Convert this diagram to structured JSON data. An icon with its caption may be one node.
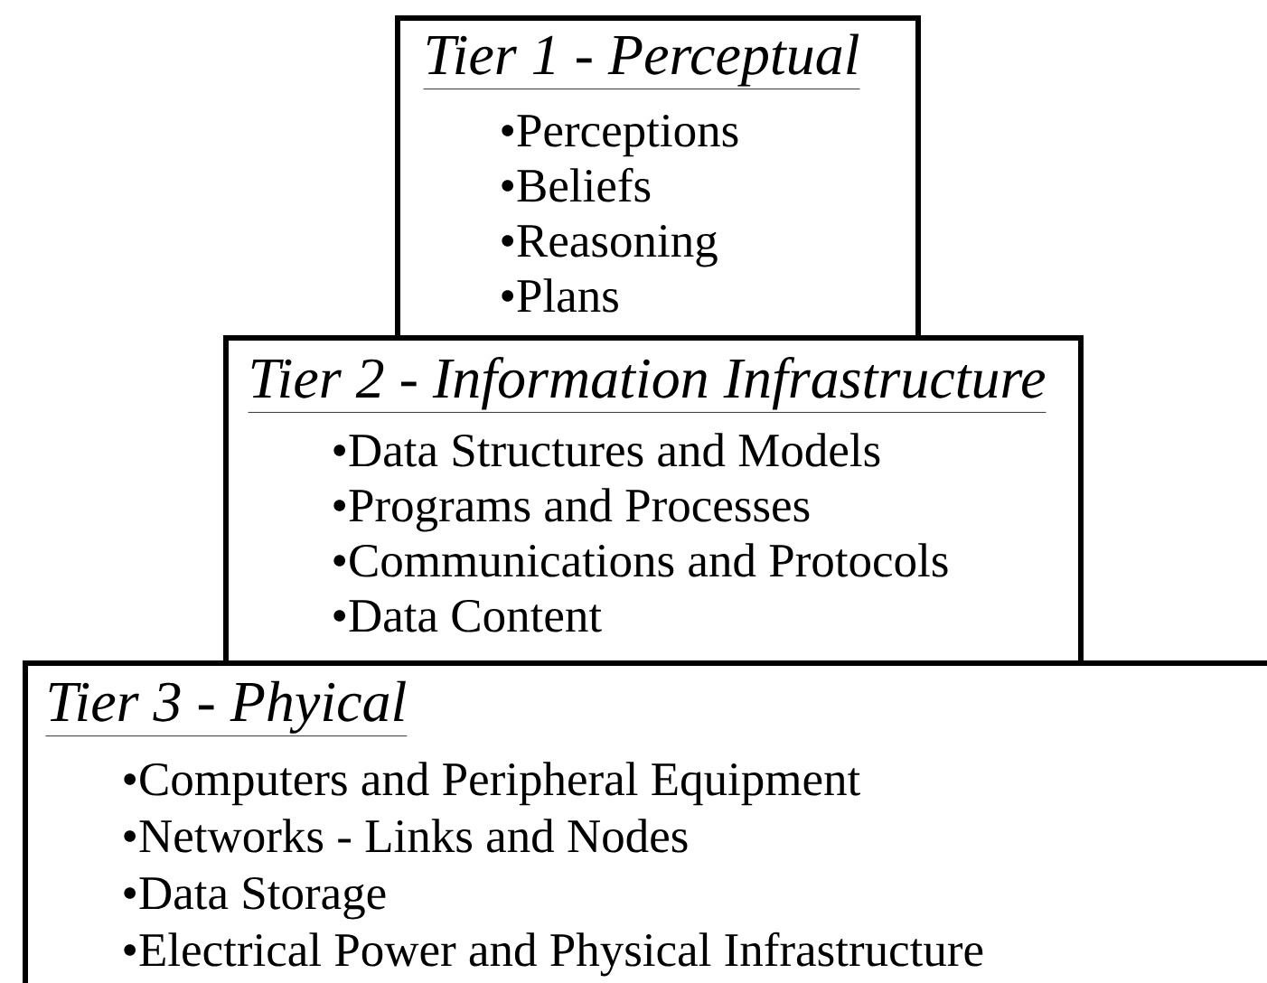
{
  "diagram": {
    "nodes": [
      {
        "text": [
          "Tier 1 - Perceptual",
          "•Perceptions",
          "•Beliefs",
          "•Reasoning",
          "•Plans"
        ]
      },
      {
        "text": [
          "Tier 2 - Information Infrastructure",
          "•Data Structures and Models",
          "•Programs and Processes",
          "•Communications and Protocols",
          "•Data Content"
        ]
      },
      {
        "text": [
          "Tier 3 - Phyical",
          "•Computers and Peripheral Equipment",
          "•Networks - Links and Nodes",
          "•Data Storage",
          "•Electrical Power and Physical Infrastructure"
        ]
      }
    ]
  }
}
